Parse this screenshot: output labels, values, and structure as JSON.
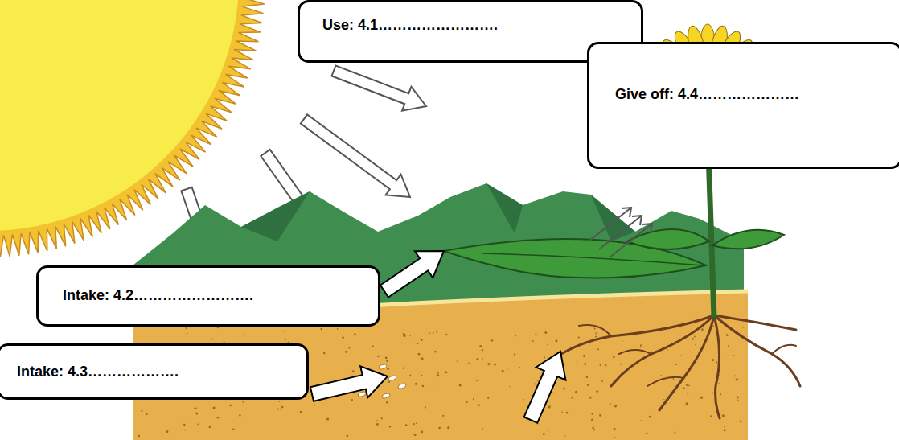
{
  "diagram": {
    "nodes": [
      {
        "text": [
          "Use: 4.1……………………."
        ]
      },
      {
        "text": [
          "Give off: 4.4…………………"
        ]
      },
      {
        "text": [
          "Intake: 4.2……………………."
        ]
      },
      {
        "text": [
          "Intake: 4.3………………."
        ]
      }
    ]
  }
}
